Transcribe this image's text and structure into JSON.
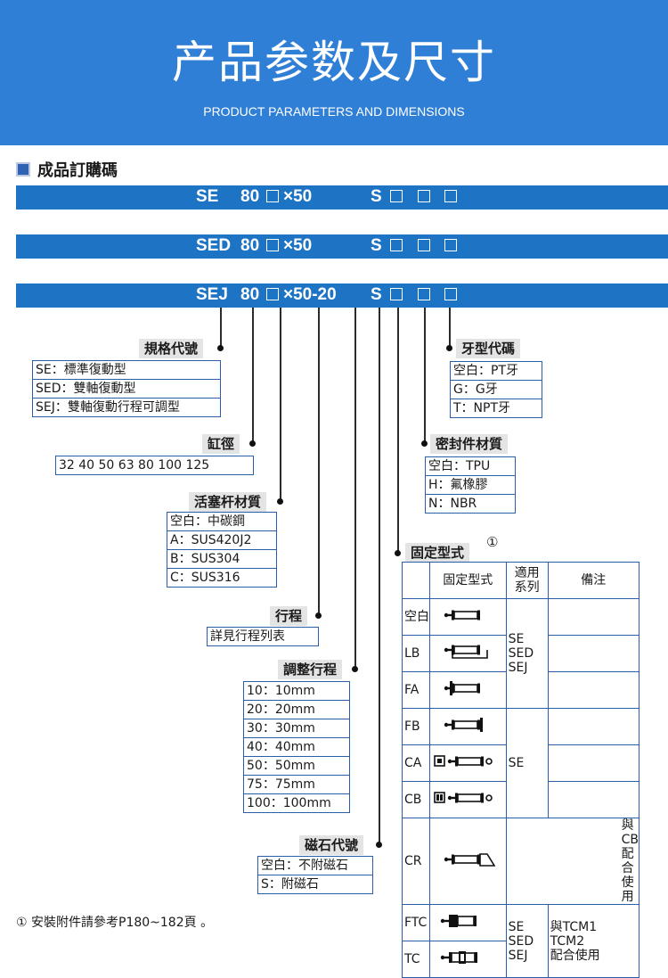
{
  "header": {
    "title_cn": "产品参数及尺寸",
    "title_en": "PRODUCT PARAMETERS AND DIMENSIONS"
  },
  "section_title": "成品訂購碼",
  "codes": [
    {
      "prefix": "SE",
      "bore": "80",
      "x": "×50",
      "s": "S"
    },
    {
      "prefix": "SED",
      "bore": "80",
      "x": "×50",
      "s": "S"
    },
    {
      "prefix": "SEJ",
      "bore": "80",
      "x": "×50-20",
      "s": "S"
    }
  ],
  "spec": {
    "title": "規格代號",
    "items": [
      "SE：標準復動型",
      "SED：雙軸復動型",
      "SEJ：雙軸復動行程可調型"
    ]
  },
  "bore": {
    "title": "缸徑",
    "value": "32  40  50  63  80  100  125"
  },
  "rod": {
    "title": "活塞杆材質",
    "items": [
      "空白：中碳鋼",
      "A：SUS420J2",
      "B：SUS304",
      "C：SUS316"
    ]
  },
  "stroke": {
    "title": "行程",
    "value": "詳見行程列表"
  },
  "adjust": {
    "title": "調整行程",
    "items": [
      "10：10mm",
      "20：20mm",
      "30：30mm",
      "40：40mm",
      "50：50mm",
      "75：75mm",
      "100：100mm"
    ]
  },
  "magnet": {
    "title": "磁石代號",
    "items": [
      "空白：不附磁石",
      "S：附磁石"
    ]
  },
  "thread": {
    "title": "牙型代碼",
    "items": [
      "空白：PT牙",
      "G：G牙",
      "T：NPT牙"
    ]
  },
  "seal": {
    "title": "密封件材質",
    "items": [
      "空白：TPU",
      "H：氟橡膠",
      "N：NBR"
    ]
  },
  "mount": {
    "title": "固定型式",
    "note_mark": "①",
    "headers": [
      "固定型式",
      "適用\n系列",
      "備注"
    ],
    "rows": [
      "空白",
      "LB",
      "FA",
      "FB",
      "CA",
      "CB",
      "CR",
      "FTC",
      "TC"
    ],
    "series_a": "SE\nSED\nSEJ",
    "series_b": "SE",
    "series_c": "SE\nSED\nSEJ",
    "note_cr": "與CB配合\n使用",
    "note_ftc": "與TCM1\nTCM2\n配合使用"
  },
  "footnote": "① 安裝附件請參考P180~182頁 。",
  "colors": {
    "header_bg": "#2f7fd6",
    "band": "#1d74c4",
    "border": "#2b5ea8",
    "label_bg": "#e4e4e4"
  }
}
